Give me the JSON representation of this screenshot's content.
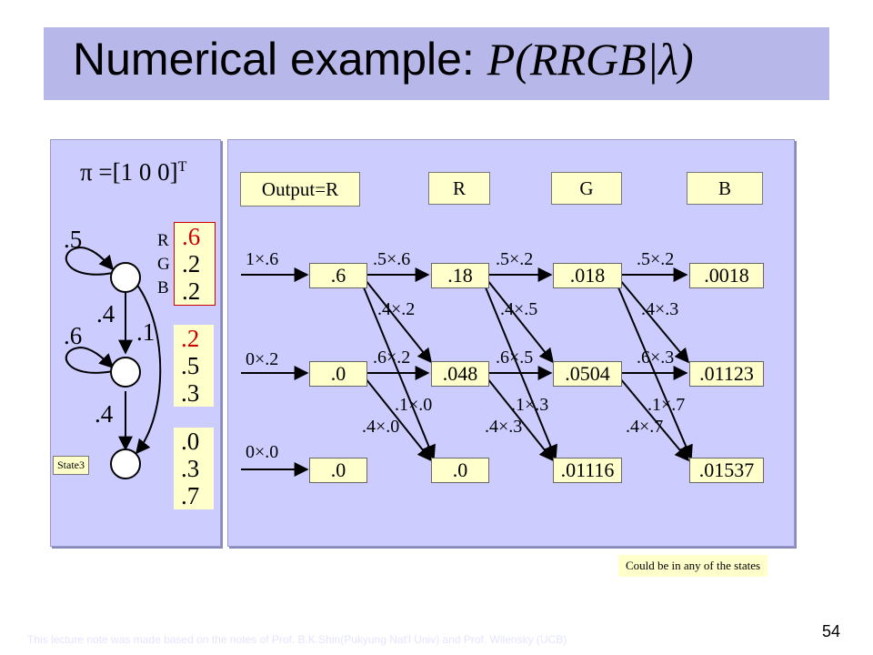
{
  "title": {
    "text": "Numerical example: ",
    "formula": "P(RRGB|λ)"
  },
  "left": {
    "pi": "π =[1 0 0]",
    "pi_sup": "T",
    "rgb_labels": [
      "R",
      "G",
      "B"
    ],
    "self_loops": [
      ".5",
      ".6"
    ],
    "transitions": [
      ".4",
      ".1",
      ".4"
    ],
    "state1_emission": [
      ".6",
      ".2",
      ".2"
    ],
    "state2_emission": [
      ".2",
      ".5",
      ".3"
    ],
    "state3_emission": [
      ".0",
      ".3",
      ".7"
    ],
    "state3_label": "State3"
  },
  "right": {
    "output_label": "Output=R",
    "headers": [
      "R",
      "G",
      "B"
    ],
    "init_labels": [
      "1×.6",
      "0×.2",
      "0×.0"
    ],
    "col1": [
      ".6",
      ".0",
      ".0"
    ],
    "col2": [
      ".18",
      ".048",
      ".0"
    ],
    "col3": [
      ".018",
      ".0504",
      ".01116"
    ],
    "col4": [
      ".0018",
      ".01123",
      ".01537"
    ],
    "edge_labels": {
      "s1": [
        ".5×.6",
        ".5×.2",
        ".5×.2"
      ],
      "s1s2": [
        ".4×.2",
        ".4×.5",
        ".4×.3"
      ],
      "s2": [
        ".6×.2",
        ".6×.5",
        ".6×.3"
      ],
      "s1s3": [
        ".1×.0",
        ".1×.3",
        ".1×.7"
      ],
      "s2s3": [
        ".4×.0",
        ".4×.3",
        ".4×.7"
      ]
    },
    "note": "Could be in any of the states"
  },
  "footer": "This lecture note was made based on the notes of Prof. B.K.Shin(Pukyung Nat'l Univ) and Prof. Wilensky (UCB)",
  "page_number": "54"
}
